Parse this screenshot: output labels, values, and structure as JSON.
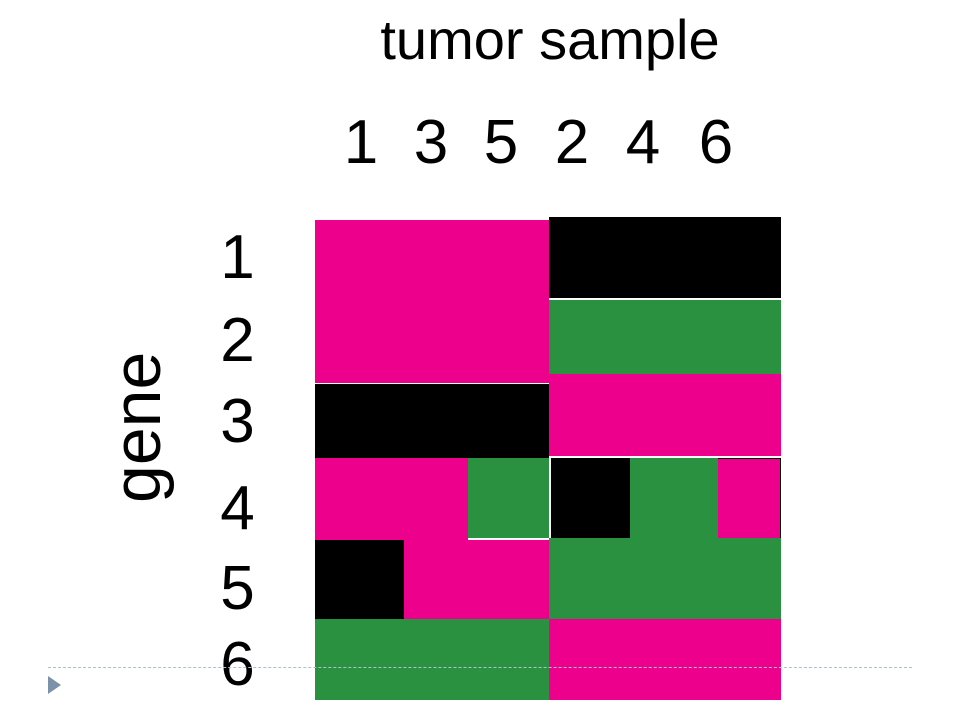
{
  "title": "tumor sample",
  "axis": {
    "rows": "gene"
  },
  "column_labels": [
    "1",
    "3",
    "5",
    "2",
    "4",
    "6"
  ],
  "row_labels": [
    "1",
    "2",
    "3",
    "4",
    "5",
    "6"
  ],
  "colors": {
    "magenta": "#ec008c",
    "green": "#2a9140",
    "black": "#000000"
  }
}
